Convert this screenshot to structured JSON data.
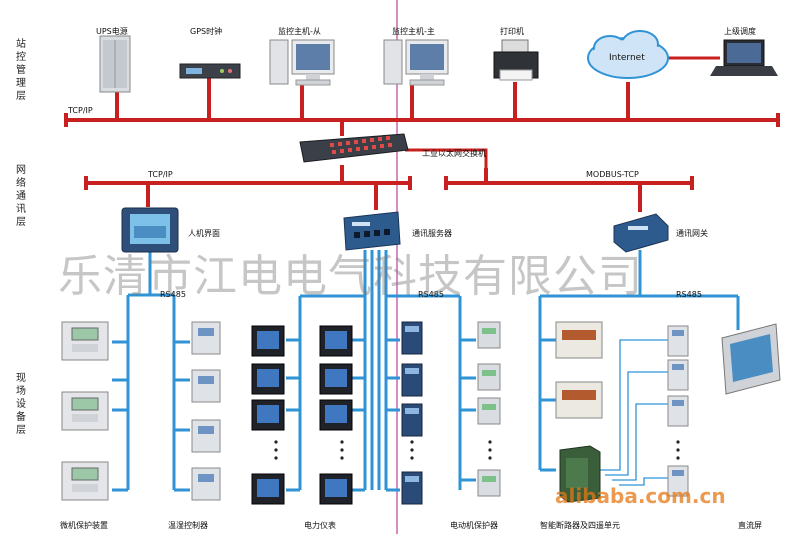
{
  "layers": {
    "station": "站控管理层",
    "network": "网络通讯层",
    "field": "现场设备层"
  },
  "top_devices": {
    "ups": "UPS电源",
    "gps": "GPS时钟",
    "host_slave": "监控主机-从",
    "host_master": "监控主机-主",
    "printer": "打印机",
    "internet": "Internet",
    "dispatch": "上级调度"
  },
  "network": {
    "tcpip_top": "TCP/IP",
    "switch": "工业以太网交换机",
    "tcpip_left": "TCP/IP",
    "modbus": "MODBUS-TCP",
    "hmi": "人机界面",
    "comm_server": "通讯服务器",
    "gateway": "通讯网关",
    "rs485_left": "RS485",
    "rs485_mid": "RS485",
    "rs485_right": "RS485"
  },
  "field_devices": {
    "protection": "微机保护装置",
    "temp_humidity": "温湿控制器",
    "meter": "电力仪表",
    "motor_protect": "电动机保护器",
    "breaker": "智能断路器及四遥单元",
    "dc_panel": "直流屏"
  },
  "watermark": {
    "company": "乐清市江电电气科技有限公司",
    "site": "alibaba.com.cn"
  },
  "colors": {
    "bus": "#c8201e",
    "link": "#2f93d6",
    "accent_line": "#b01a8a"
  }
}
